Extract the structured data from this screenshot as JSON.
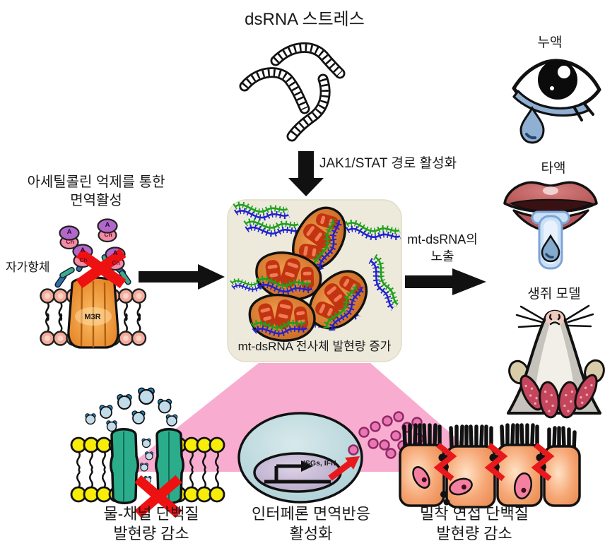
{
  "title": "dsRNA 스트레스",
  "arrows": {
    "jak_label": "JAK1/STAT 경로 활성화",
    "export_label_line1": "mt-dsRNA의",
    "export_label_line2": "노출"
  },
  "left_panel": {
    "heading_line1": "아세틸콜린 억제를 통한",
    "heading_line2": "면역활성",
    "autoantibody_label": "자가항체",
    "receptor_label": "M3R",
    "ach_top": "A",
    "ach_bottom": "Ch"
  },
  "center_box": {
    "caption": "mt-dsRNA 전사체 발현량 증가"
  },
  "right_panel": {
    "tear_label": "누액",
    "saliva_label": "타액",
    "mouse_label": "생쥐 모델"
  },
  "bottom_panel": {
    "aquaporin_caption_line1": "물-채널 단백질",
    "aquaporin_caption_line2": "발현량 감소",
    "interferon_caption_line1": "인터페론 면역반응",
    "interferon_caption_line2": "활성화",
    "gene_label": "ISGs, IFN",
    "tight_junction_caption_line1": "밀착 연접 단백질",
    "tight_junction_caption_line2": "발현량 감소"
  },
  "icons": {
    "dsrna_strands": "dsrna-ladder-icon",
    "eye": "tear-eye-icon",
    "lips": "saliva-lips-icon",
    "mouse": "mouse-model-icon",
    "mitochondria": "mitochondria-icon",
    "receptor": "m3r-receptor-icon",
    "aquaporin": "water-channel-icon",
    "cell": "interferon-cell-icon",
    "epithelium": "tight-junction-icon",
    "block": "red-x-icon"
  },
  "colors": {
    "red_accent": "#EE1111",
    "funnel_pink": "#F8ADD0",
    "box_beige": "#EDEADC",
    "mito_orange": "#D0752C",
    "cristae_red": "#C23410",
    "rna_green": "#1FA01F",
    "rna_blue": "#2323CC",
    "membrane_yellow": "#F8EC09",
    "channel_teal": "#2BAD8C",
    "cell_blue": "#BCD8DE",
    "nucleus_purple": "#C0B3D2",
    "cytokine_pink": "#E977B4",
    "tear_blue": "#8FAFD3",
    "lip_red": "#B5575B",
    "mouse_gray": "#C6C2BC",
    "gland_red": "#C3465C",
    "lipid_head_pink": "#F4AC9C",
    "ach_purple": "#B168C8",
    "ach_pink": "#F08CA6",
    "antibody_blue": "#2E6FA8",
    "antibody_green": "#3FA98F",
    "receptor_orange": "#E88A28"
  }
}
